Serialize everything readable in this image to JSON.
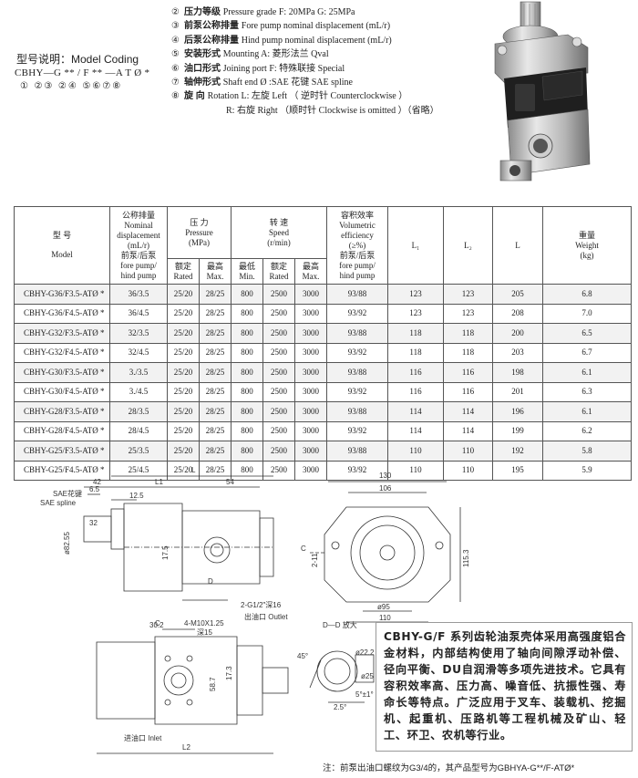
{
  "coding": {
    "title": "型号说明：Model Coding",
    "code": "CBHY—G ** / F ** —A T Ø *",
    "nums": "①  ②③  ②④  ⑤⑥⑦⑧"
  },
  "legend": [
    {
      "num": "②",
      "zh": "压力等级",
      "en": "Pressure grade  F: 20MPa  G: 25MPa"
    },
    {
      "num": "③",
      "zh": "前泵公称排量",
      "en": "Fore pump nominal  displacement  (mL/r)"
    },
    {
      "num": "④",
      "zh": "后泵公称排量",
      "en": "Hind pump nominal  displacement  (mL/r)"
    },
    {
      "num": "⑤",
      "zh": "安装形式",
      "en": "Mounting  A: 菱形法兰   Qval"
    },
    {
      "num": "⑥",
      "zh": "油口形式",
      "en": "Joining port  F: 特殊联接   Special"
    },
    {
      "num": "⑦",
      "zh": "轴伸形式",
      "en": "Shaft end   Ø :SAE 花键   SAE spline"
    },
    {
      "num": "⑧",
      "zh": "旋    向",
      "en": "Rotation  L: 左旋  Left  （ 逆时针        Counterclockwise ）"
    },
    {
      "num": "",
      "zh": "",
      "en": "R: 右旋  Right  （顺时针  Clockwise is omitted ）（省略）"
    }
  ],
  "table": {
    "headers": {
      "model_zh": "型    号",
      "model_en": "Model",
      "disp": "公称排量\nNominal\ndisplacement\n(mL/r)\n前泵/后泵\nfore pump/\nhind pump",
      "pressure": "压    力\nPressure\n(MPa)",
      "speed": "转    速\nSpeed\n(r/min)",
      "eff": "容积效率\nVolumetric\nefficiency\n(≥%)\n前泵/后泵\nfore pump/\nhind pump",
      "l1": "L₁",
      "l2": "L₂",
      "l": "L",
      "weight": "重量\nWeight\n(kg)",
      "rated": "额定\nRated",
      "max": "最高\nMax.",
      "min": "最低\nMin."
    },
    "rows": [
      [
        "CBHY-G36/F3.5-ATØ *",
        "36/3.5",
        "25/20",
        "28/25",
        "800",
        "2500",
        "3000",
        "93/88",
        "123",
        "123",
        "205",
        "6.8"
      ],
      [
        "CBHY-G36/F4.5-ATØ *",
        "36/4.5",
        "25/20",
        "28/25",
        "800",
        "2500",
        "3000",
        "93/92",
        "123",
        "123",
        "208",
        "7.0"
      ],
      [
        "CBHY-G32/F3.5-ATØ *",
        "32/3.5",
        "25/20",
        "28/25",
        "800",
        "2500",
        "3000",
        "93/88",
        "118",
        "118",
        "200",
        "6.5"
      ],
      [
        "CBHY-G32/F4.5-ATØ *",
        "32/4.5",
        "25/20",
        "28/25",
        "800",
        "2500",
        "3000",
        "93/92",
        "118",
        "118",
        "203",
        "6.7"
      ],
      [
        "CBHY-G30/F3.5-ATØ *",
        "3./3.5",
        "25/20",
        "28/25",
        "800",
        "2500",
        "3000",
        "93/88",
        "116",
        "116",
        "198",
        "6.1"
      ],
      [
        "CBHY-G30/F4.5-ATØ *",
        "3./4.5",
        "25/20",
        "28/25",
        "800",
        "2500",
        "3000",
        "93/92",
        "116",
        "116",
        "201",
        "6.3"
      ],
      [
        "CBHY-G28/F3.5-ATØ *",
        "28/3.5",
        "25/20",
        "28/25",
        "800",
        "2500",
        "3000",
        "93/88",
        "114",
        "114",
        "196",
        "6.1"
      ],
      [
        "CBHY-G28/F4.5-ATØ *",
        "28/4.5",
        "25/20",
        "28/25",
        "800",
        "2500",
        "3000",
        "93/92",
        "114",
        "114",
        "199",
        "6.2"
      ],
      [
        "CBHY-G25/F3.5-ATØ *",
        "25/3.5",
        "25/20",
        "28/25",
        "800",
        "2500",
        "3000",
        "93/88",
        "110",
        "110",
        "192",
        "5.8"
      ],
      [
        "CBHY-G25/F4.5-ATØ *",
        "25/4.5",
        "25/20",
        "28/25",
        "800",
        "2500",
        "3000",
        "93/92",
        "110",
        "110",
        "195",
        "5.9"
      ]
    ]
  },
  "drawing": {
    "l": "L",
    "l1": "L1",
    "l2": "L2",
    "d54": "54",
    "d42": "42",
    "d6_5": "6.5",
    "d12_5": "12.5",
    "sae_zh": "SAE花键",
    "sae_en": "SAE spline",
    "d32": "32",
    "phi82": "ø82.55",
    "d17_5": "17.5",
    "g12": "2-G1/2\"深16",
    "outlet": "出油口 Outlet",
    "c_label": "C",
    "c_label2": "C",
    "d_label": "D",
    "d130": "130",
    "d106": "106",
    "phi95": "ø95",
    "d110": "110",
    "d115_3": "115.3",
    "d2_11": "2-11",
    "d30_2": "30.2",
    "m10": "4-M10X1.25",
    "deep15": "深15",
    "d58_7": "58.7",
    "d17_3": "17.3",
    "inlet": "进油口 Inlet",
    "dd": "D—D 放大",
    "d45": "45°",
    "d5": "5°±1°",
    "d2_5": "2.5°",
    "phi22": "ø22.2",
    "phi25": "ø25"
  },
  "description": "CBHY-G/F 系列齿轮油泵壳体采用高强度铝合金材料，内部结构使用了轴向间隙浮动补偿、径向平衡、DU自润滑等多项先进技术。它具有容积效率高、压力高、噪音低、抗振性强、寿命长等特点。广泛应用于叉车、装载机、挖掘机、起重机、压路机等工程机械及矿山、轻工、环卫、农机等行业。",
  "note": "注：前泵出油口螺纹为G3/4的，其产品型号为GBHYA-G**/F-ATØ*"
}
